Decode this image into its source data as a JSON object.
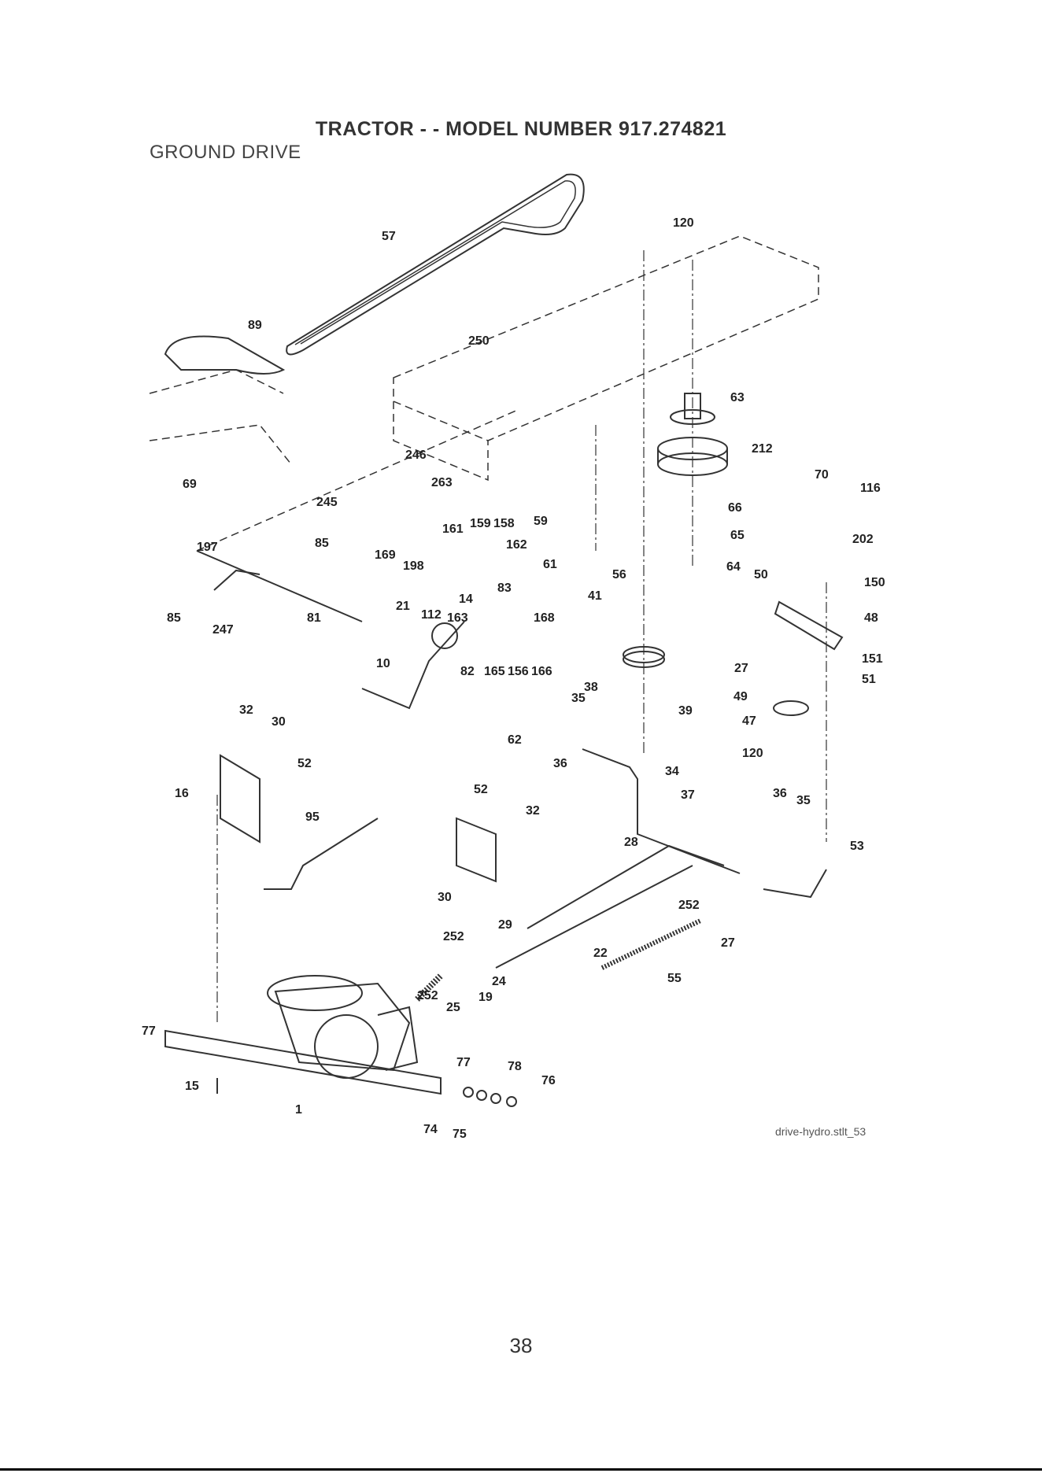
{
  "header": {
    "title": "TRACTOR - - MODEL NUMBER 917.274821",
    "section": "GROUND DRIVE"
  },
  "callouts": [
    "57",
    "120",
    "89",
    "250",
    "63",
    "212",
    "70",
    "116",
    "69",
    "246",
    "263",
    "245",
    "59",
    "66",
    "65",
    "202",
    "197",
    "85",
    "161",
    "159",
    "158",
    "162",
    "169",
    "198",
    "61",
    "56",
    "41",
    "64",
    "50",
    "150",
    "85",
    "247",
    "81",
    "112",
    "14",
    "83",
    "168",
    "21",
    "163",
    "48",
    "151",
    "51",
    "10",
    "82",
    "165",
    "156",
    "166",
    "38",
    "27",
    "49",
    "47",
    "39",
    "35",
    "62",
    "36",
    "120",
    "32",
    "30",
    "52",
    "16",
    "34",
    "37",
    "36",
    "35",
    "52",
    "32",
    "95",
    "28",
    "53",
    "30",
    "252",
    "27",
    "29",
    "252",
    "22",
    "24",
    "19",
    "25",
    "252",
    "55",
    "77",
    "77",
    "78",
    "76",
    "15",
    "1",
    "74",
    "75"
  ],
  "footer": {
    "reference": "drive-hydro.stlt_53",
    "page_number": "38"
  }
}
